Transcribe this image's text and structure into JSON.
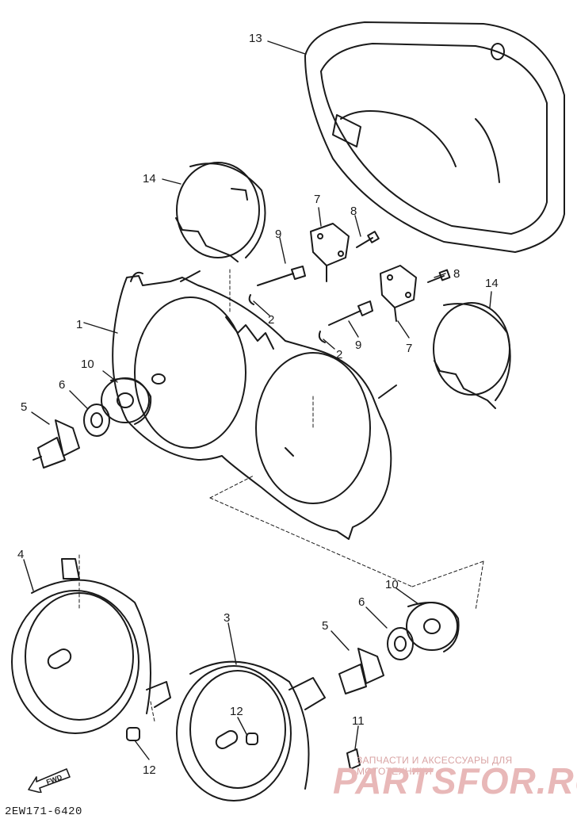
{
  "diagram": {
    "part_code": "2EW171-6420",
    "fwd_label": "FWD",
    "callouts": [
      {
        "id": "c13",
        "text": "13"
      },
      {
        "id": "c14a",
        "text": "14"
      },
      {
        "id": "c7a",
        "text": "7"
      },
      {
        "id": "c8a",
        "text": "8"
      },
      {
        "id": "c9a",
        "text": "9"
      },
      {
        "id": "c2a",
        "text": "2"
      },
      {
        "id": "c8b",
        "text": "8"
      },
      {
        "id": "c14b",
        "text": "14"
      },
      {
        "id": "c1",
        "text": "1"
      },
      {
        "id": "c10a",
        "text": "10"
      },
      {
        "id": "c2b",
        "text": "2"
      },
      {
        "id": "c9b",
        "text": "9"
      },
      {
        "id": "c7b",
        "text": "7"
      },
      {
        "id": "c6a",
        "text": "6"
      },
      {
        "id": "c5a",
        "text": "5"
      },
      {
        "id": "c4",
        "text": "4"
      },
      {
        "id": "c10b",
        "text": "10"
      },
      {
        "id": "c6b",
        "text": "6"
      },
      {
        "id": "c3",
        "text": "3"
      },
      {
        "id": "c5b",
        "text": "5"
      },
      {
        "id": "c12a",
        "text": "12"
      },
      {
        "id": "c11",
        "text": "11"
      },
      {
        "id": "c12b",
        "text": "12"
      }
    ]
  },
  "watermark": {
    "tagline": "ЗАПЧАСТИ И АКСЕССУАРЫ ДЛЯ МОТОТЕХНИКИ",
    "brand": "PARTSFOR.RU",
    "color": "#e8b8b8"
  }
}
